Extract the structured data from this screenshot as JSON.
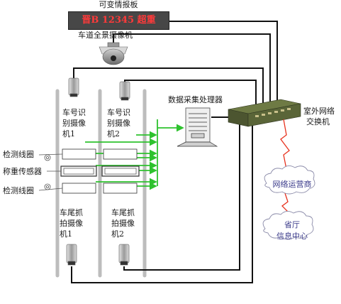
{
  "labels": {
    "vms_title": "可变情报板",
    "vms_text": "晋B 12345 超重",
    "panorama_camera": "车道全景摄像机",
    "plate_camera_1": [
      "车号识",
      "别摄像",
      "机1"
    ],
    "plate_camera_2": [
      "车号识",
      "别摄像",
      "机2"
    ],
    "data_processor": "数据采集处理器",
    "outdoor_switch": [
      "室外网络",
      "交换机"
    ],
    "detection_coil_top": "检测线圈",
    "weight_sensor": "称重传感器",
    "detection_coil_bottom": "检测线圈",
    "rear_camera_1": [
      "车尾抓",
      "拍摄像",
      "机1"
    ],
    "rear_camera_2": [
      "车尾抓",
      "拍摄像",
      "机2"
    ],
    "network_operator": "网络运营商",
    "province_center": [
      "省厅",
      "信息中心"
    ]
  },
  "colors": {
    "wire": "#111111",
    "green_link": "#2ec22e",
    "wireless": "#e8321e",
    "vms_bg": "#474747",
    "vms_text": "#ff3a3a",
    "switch": "#5f6a3a",
    "lane_divider": "#bdbdbd"
  },
  "icons": [
    "dome-camera-icon",
    "bullet-camera-icon",
    "server-icon",
    "network-switch-icon",
    "cloud-icon",
    "coil-icon"
  ]
}
